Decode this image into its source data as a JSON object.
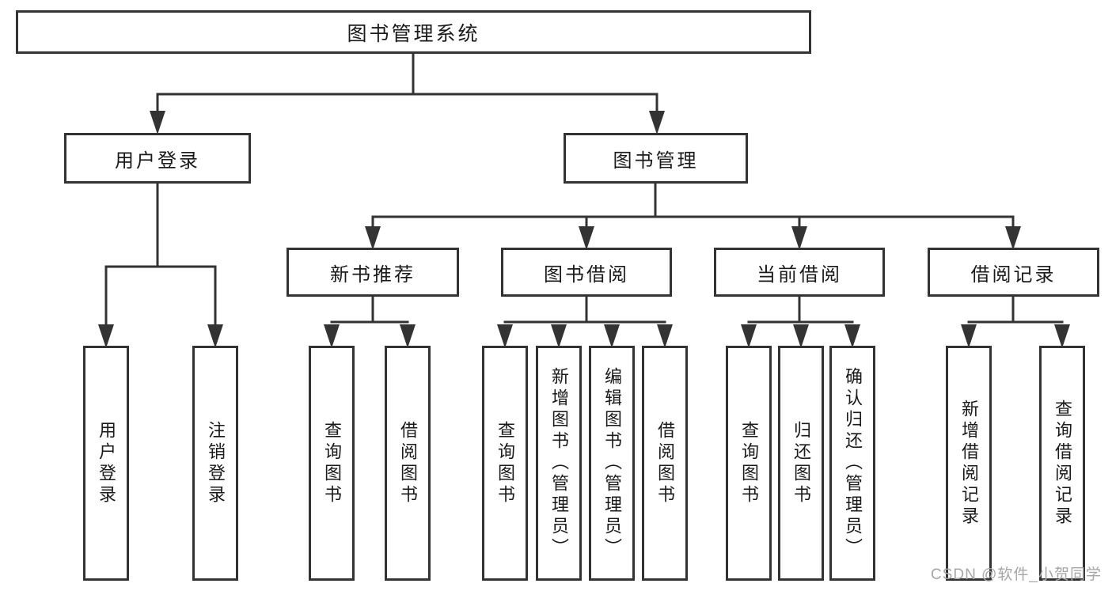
{
  "colors": {
    "border": "#333333",
    "line": "#333333",
    "text": "#1a1a1a",
    "watermark": "#a6a6a6",
    "background": "#ffffff"
  },
  "tree": {
    "label": "图书管理系统",
    "children": [
      {
        "label": "用户登录",
        "children": [
          {
            "label": "用户登录"
          },
          {
            "label": "注销登录"
          }
        ]
      },
      {
        "label": "图书管理",
        "children": [
          {
            "label": "新书推荐",
            "children": [
              {
                "label": "查询图书"
              },
              {
                "label": "借阅图书"
              }
            ]
          },
          {
            "label": "图书借阅",
            "children": [
              {
                "label": "查询图书"
              },
              {
                "label": "新增图书（管理员）"
              },
              {
                "label": "编辑图书（管理员）"
              },
              {
                "label": "借阅图书"
              }
            ]
          },
          {
            "label": "当前借阅",
            "children": [
              {
                "label": "查询图书"
              },
              {
                "label": "归还图书"
              },
              {
                "label": "确认归还（管理员）"
              }
            ]
          },
          {
            "label": "借阅记录",
            "children": [
              {
                "label": "新增借阅记录"
              },
              {
                "label": "查询借阅记录"
              }
            ]
          }
        ]
      }
    ]
  },
  "watermark": {
    "text": "CSDN @软件_小贺同学"
  }
}
